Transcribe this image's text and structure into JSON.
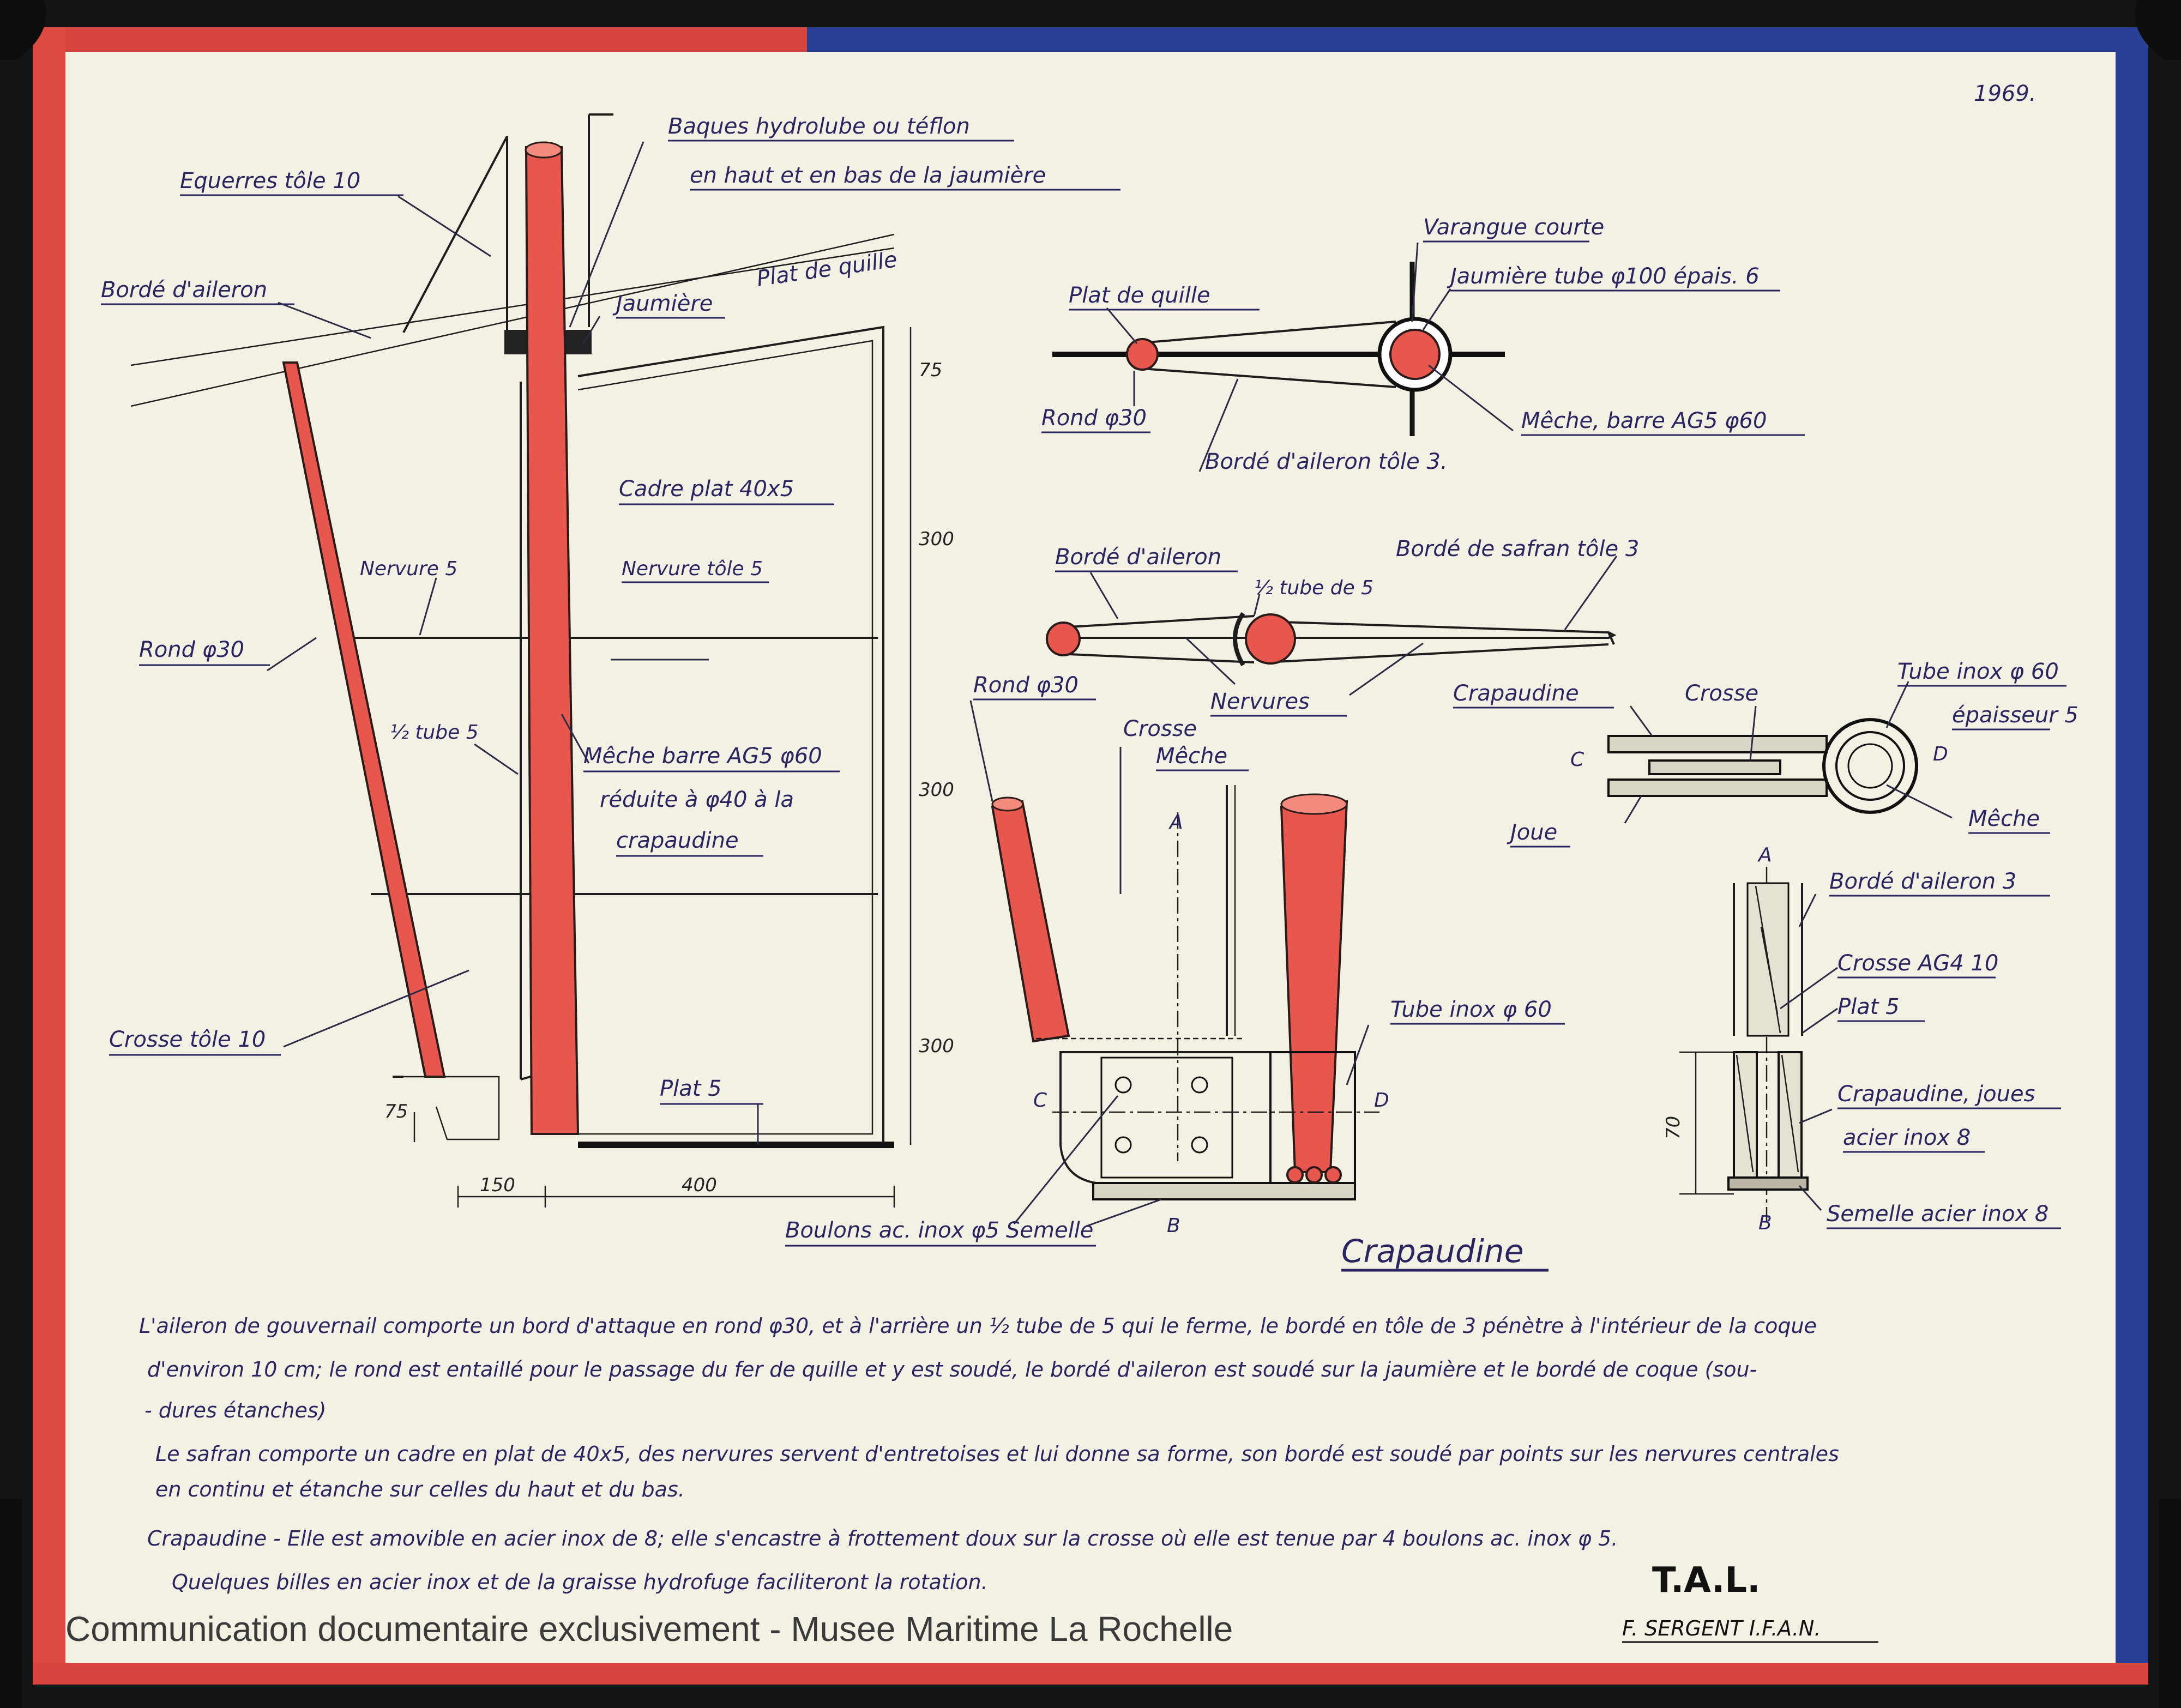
{
  "year": "1969.",
  "watermark": "Communication documentaire exclusivement - Musee Maritime La Rochelle",
  "labels": {
    "equerre": "Equerres tôle 10",
    "bague_1": "Baques hydrolube ou téflon",
    "bague_2": "en haut et en bas de la jaumière",
    "borde_aileron": "Bordé d'aileron",
    "jaumiere": "Jaumière",
    "plat_quille": "Plat de quille",
    "cadre_plat": "Cadre plat 40x5",
    "nervure_5": "Nervure 5",
    "nervure_tole": "Nervure tôle 5",
    "rond_30": "Rond φ30",
    "demi_tube": "½ tube 5",
    "meche_1": "Mêche barre AG5 φ60",
    "meche_2": "réduite à φ40 à la",
    "meche_3": "crapaudine",
    "crosse_tole": "Crosse tôle 10",
    "plat_5": "Plat 5"
  },
  "dims_left": {
    "d75_top": "75",
    "d300_a": "300",
    "d300_b": "300",
    "d300_c": "300",
    "d75_bot": "75",
    "d150": "150",
    "d400": "400"
  },
  "section1": {
    "varangue": "Varangue courte",
    "plat_quille": "Plat de quille",
    "jaumiere_tube": "Jaumière tube φ100 épais. 6",
    "rond_30": "Rond φ30",
    "meche": "Mêche, barre AG5 φ60",
    "borde_tole3": "Bordé d'aileron tôle 3."
  },
  "section2": {
    "borde_aileron": "Bordé d'aileron",
    "borde_safran": "Bordé de safran tôle 3",
    "demi_tube": "½ tube de 5",
    "nervures": "Nervures"
  },
  "crapaudine_detail": {
    "rond_30": "Rond φ30",
    "crosse": "Crosse",
    "meche": "Mêche",
    "letter_a": "A",
    "letter_c": "C",
    "letter_d": "D",
    "letter_b": "B",
    "tube_inox": "Tube inox φ 60",
    "boulons": "Boulons ac. inox φ5",
    "semelle": "Semelle",
    "title": "Crapaudine"
  },
  "plan_view": {
    "crapaudine": "Crapaudine",
    "crosse": "Crosse",
    "tube_inox_1": "Tube inox φ 60",
    "tube_inox_2": "épaisseur 5",
    "letter_c": "C",
    "letter_d": "D",
    "joue": "Joue",
    "meche": "Mêche"
  },
  "section_ab": {
    "letter_a": "A",
    "letter_b": "B",
    "borde": "Bordé d'aileron 3",
    "crosse": "Crosse AG4 10",
    "plat": "Plat 5",
    "crap_1": "Crapaudine, joues",
    "crap_2": "acier inox 8",
    "semelle": "Semelle acier inox 8",
    "dim70": "70"
  },
  "notes": {
    "p1_l1": "L'aileron de gouvernail comporte un bord d'attaque en rond φ30, et à l'arrière un ½ tube de 5 qui le ferme, le bordé en tôle de 3 pénètre à l'intérieur de la coque",
    "p1_l2": "d'environ 10 cm; le rond est entaillé pour le passage du fer de quille et y est soudé, le bordé d'aileron est soudé sur la jaumière et le bordé de coque (sou-",
    "p1_l3": "- dures étanches)",
    "p2_l1": "Le safran comporte un cadre en plat de 40x5, des nervures servent d'entretoises et lui donne sa forme, son bordé est soudé par points sur les nervures centrales",
    "p2_l2": "en continu et étanche sur celles du haut et du bas.",
    "p3_l1": "Crapaudine - Elle est amovible en acier inox de 8; elle s'encastre à frottement doux sur la crosse où elle est tenue par 4 boulons ac. inox φ 5.",
    "p3_l2": "Quelques billes en acier inox et de la graisse hydrofuge faciliteront la rotation."
  },
  "signature": {
    "tal": "T.A.L.",
    "author": "F. SERGENT I.F.A.N."
  }
}
